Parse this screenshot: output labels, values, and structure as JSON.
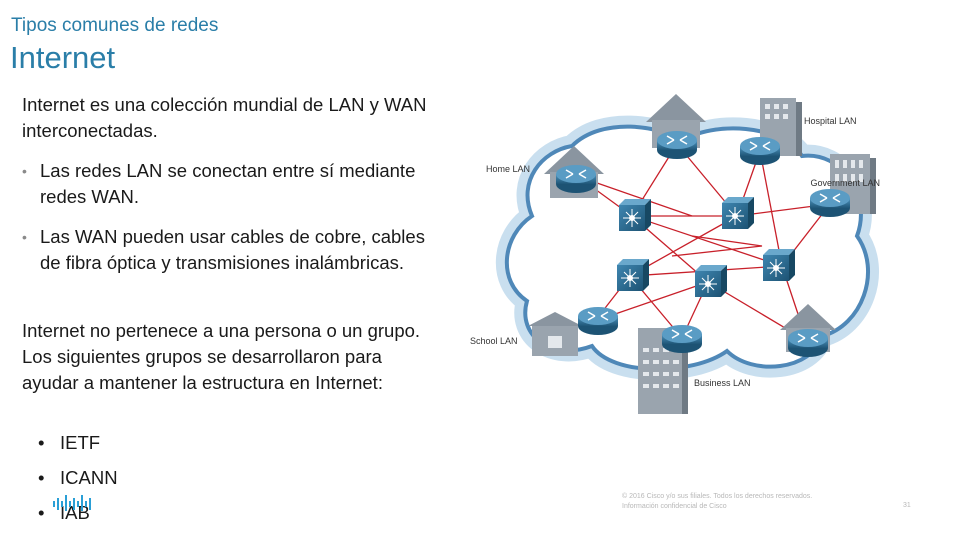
{
  "header": {
    "subtitle": "Tipos comunes de redes",
    "title": "Internet"
  },
  "content": {
    "intro": "Internet es una colección mundial de LAN y WAN interconectadas.",
    "bullets": [
      "Las redes LAN se conectan entre sí mediante redes WAN.",
      "Las WAN pueden usar cables de cobre, cables de fibra óptica y transmisiones inalámbricas."
    ],
    "ownership": "Internet no pertenece a una persona o un grupo. Los siguientes grupos se desarrollaron para ayudar a mantener la estructura en Internet:",
    "groups": [
      "IETF",
      "ICANN",
      "IAB"
    ]
  },
  "diagram": {
    "labels": {
      "home": "Home LAN",
      "hospital": "Hospital LAN",
      "government": "Government LAN",
      "school": "School LAN",
      "business": "Business LAN"
    },
    "colors": {
      "cloud_fill": "#ffffff",
      "cloud_stroke": "#4f88b8",
      "cloud_glow": "#c9dfef",
      "router": "#2c6a8f",
      "link": "#c8202a",
      "building": "#9aa4ae"
    }
  },
  "footer": {
    "copyright": "© 2016 Cisco y/o sus filiales. Todos los derechos reservados.",
    "confidential": "Información confidencial de Cisco",
    "page": "31"
  }
}
